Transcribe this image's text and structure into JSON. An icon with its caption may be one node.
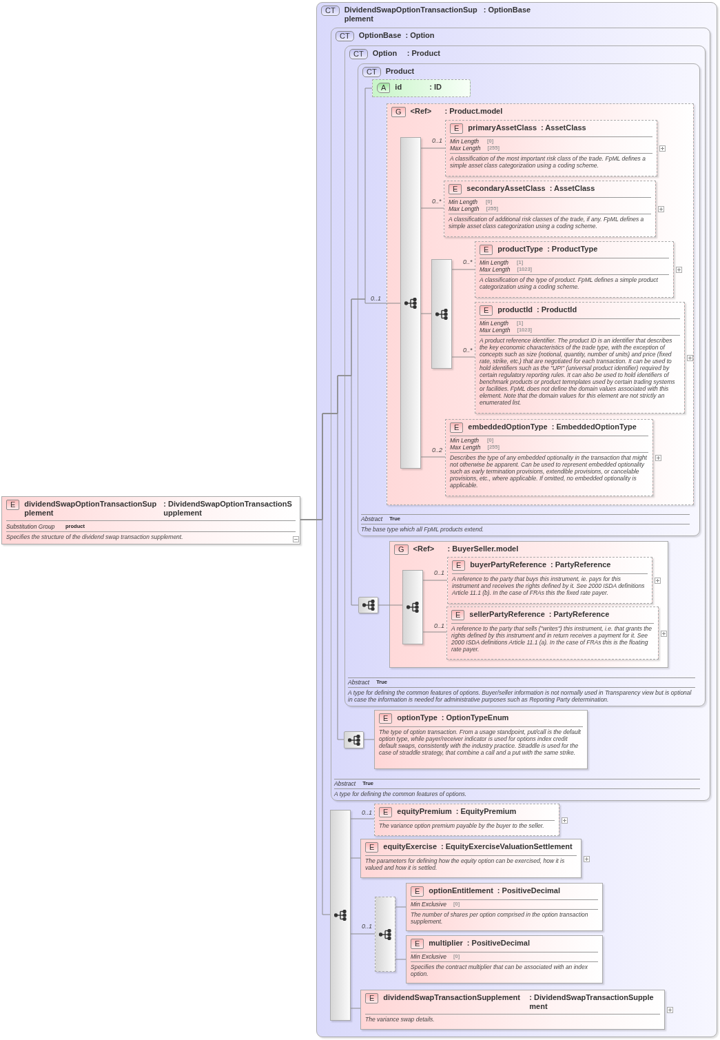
{
  "diagram": {
    "nodes": [
      {
        "text": [
          "E",
          "dividendSwapOptionTransactionSupplement",
          ": DividendSwapOptionTransactionSupplement",
          "Substitution Group",
          "product",
          "Specifies the structure of the dividend swap transaction supplement."
        ]
      },
      {
        "text": [
          "CT",
          "DividendSwapOptionTransactionSupplement",
          ": OptionBase"
        ]
      },
      {
        "text": [
          "CT",
          "OptionBase",
          ": Option",
          "Abstract",
          "True",
          "A type for defining the common features of options."
        ],
        "in": 1
      },
      {
        "text": [
          "CT",
          "Option",
          ": Product",
          "Abstract",
          "True",
          "A type for defining the common features of options. Buyer/seller information is not normally used in Transparency view but is optional in case the information is needed for administrative purposes such as Reporting Party determination."
        ],
        "in": 2
      },
      {
        "text": [
          "CT",
          "Product",
          "Abstract",
          "True",
          "The base type which all FpML products extend."
        ],
        "in": 3
      },
      {
        "text": [
          "A",
          "id",
          ": ID"
        ],
        "in": 4
      },
      {
        "text": [
          "G",
          "<Ref>",
          ": Product.model"
        ],
        "in": 4
      },
      {
        "text": [],
        "shape": "bar",
        "in": 6
      },
      {
        "text": [
          "E",
          "primaryAssetClass",
          ": AssetClass",
          "Min Length",
          "[0]",
          "Max Length",
          "[255]",
          "A classification of the most important risk class of the trade. FpML defines a simple asset class categorization using a coding scheme."
        ],
        "in": 6
      },
      {
        "text": [
          "E",
          "secondaryAssetClass",
          ": AssetClass",
          "Min Length",
          "[0]",
          "Max Length",
          "[255]",
          "A classification of additional risk classes of the trade, if any. FpML defines a simple asset class categorization using a coding scheme."
        ],
        "in": 6
      },
      {
        "text": [],
        "shape": "bar",
        "in": 6
      },
      {
        "text": [
          "E",
          "productType",
          ": ProductType",
          "Min Length",
          "[1]",
          "Max Length",
          "[1023]",
          "A classification of the type of product. FpML defines a simple product categorization using a coding scheme."
        ],
        "in": 6
      },
      {
        "text": [
          "E",
          "productId",
          ": ProductId",
          "Min Length",
          "[1]",
          "Max Length",
          "[1023]",
          "A product reference identifier. The product ID is an identifier that describes the key economic characteristics of the trade type, with the exception of concepts such as size (notional, quantity, number of units) and price (fixed rate, strike, etc.) that are negotiated for each transaction. It can be used to hold identifiers such as the \"UPI\" (universal product identifier) required by certain regulatory reporting rules. It can also be used to hold identifiers of benchmark products or product temnplates used by certain trading systems or facilities. FpML does not define the domain values associated with this element. Note that the domain values for this element are not strictly an enumerated list."
        ],
        "in": 6
      },
      {
        "text": [
          "E",
          "embeddedOptionType",
          ": EmbeddedOptionType",
          "Min Length",
          "[0]",
          "Max Length",
          "[255]",
          "Describes the type of any embedded optionality in the transaction that might not otherwise be apparent. Can be used to represent embedded optionality such as early termination provisions, extendible provisions, or cancelable provisions, etc., where applicable. If omitted, no embedded optionality is applicable."
        ],
        "in": 6
      },
      {
        "text": [],
        "shape": "box",
        "in": 3
      },
      {
        "text": [
          "G",
          "<Ref>",
          ": BuyerSeller.model"
        ],
        "in": 3
      },
      {
        "text": [],
        "shape": "bar",
        "in": 15
      },
      {
        "text": [
          "E",
          "buyerPartyReference",
          ": PartyReference",
          "A reference to the party that buys this instrument, ie. pays for this instrument and receives the rights defined by it. See 2000 ISDA definitions Article 11.1 (b). In the case of FRAs this the fixed rate payer."
        ],
        "in": 15
      },
      {
        "text": [
          "E",
          "sellerPartyReference",
          ": PartyReference",
          "A reference to the party that sells (\"writes\") this instrument, i.e. that grants the rights defined by this instrument and in return receives a payment for it. See 2000 ISDA definitions Article 11.1 (a). In the case of FRAs this is the floating rate payer."
        ],
        "in": 15
      },
      {
        "text": [],
        "shape": "box",
        "in": 2
      },
      {
        "text": [
          "E",
          "optionType",
          ": OptionTypeEnum",
          "The type of option transaction. From a usage standpoint, put/call is the default option type, while payer/receiver indicator is used for options index credit default swaps, consistently with the industry practice. Straddle is used for the case of straddle strategy, that combine a call and a put with the same strike."
        ],
        "in": 2
      },
      {
        "text": [],
        "shape": "bar",
        "in": 1
      },
      {
        "text": [
          "E",
          "equityPremium",
          ": EquityPremium",
          "The variance option premium payable by the buyer to the seller."
        ],
        "in": 1
      },
      {
        "text": [
          "E",
          "equityExercise",
          ": EquityExerciseValuationSettlement",
          "The parameters for defining how the equity option can be exercised, how it is valued and how it is settled."
        ],
        "in": 1
      },
      {
        "text": [],
        "shape": "bar",
        "in": 1
      },
      {
        "text": [
          "E",
          "optionEntitlement",
          ": PositiveDecimal",
          "Min Exclusive",
          "[0]",
          "The number of shares per option comprised in the option transaction supplement."
        ],
        "in": 1
      },
      {
        "text": [
          "E",
          "multiplier",
          ": PositiveDecimal",
          "Min Exclusive",
          "[0]",
          "Specifies the contract multiplier that can be associated with an index option."
        ],
        "in": 1
      },
      {
        "text": [
          "E",
          "dividendSwapTransactionSupplement",
          ": DividendSwapTransactionSupplement",
          "The variance swap details."
        ],
        "in": 1
      }
    ],
    "edges": [
      {
        "from": 0,
        "to": 5,
        "arrow": "none"
      },
      {
        "from": 0,
        "to": 7,
        "arrow": "none",
        "label": "0..1"
      },
      {
        "from": 0,
        "to": 14,
        "arrow": "none"
      },
      {
        "from": 0,
        "to": 19,
        "arrow": "none"
      },
      {
        "from": 0,
        "to": 21,
        "arrow": "none"
      },
      {
        "from": 7,
        "to": 8,
        "arrow": "none",
        "label": "0..1"
      },
      {
        "from": 7,
        "to": 9,
        "arrow": "none",
        "label": "0..*"
      },
      {
        "from": 7,
        "to": 10,
        "arrow": "none"
      },
      {
        "from": 7,
        "to": 13,
        "arrow": "none",
        "label": "0..2"
      },
      {
        "from": 10,
        "to": 11,
        "arrow": "none",
        "label": "0..*"
      },
      {
        "from": 10,
        "to": 12,
        "arrow": "none",
        "label": "0..*"
      },
      {
        "from": 14,
        "to": 16,
        "arrow": "none"
      },
      {
        "from": 16,
        "to": 17,
        "arrow": "none",
        "label": "0..1"
      },
      {
        "from": 16,
        "to": 18,
        "arrow": "none",
        "label": "0..1"
      },
      {
        "from": 19,
        "to": 20,
        "arrow": "none"
      },
      {
        "from": 21,
        "to": 22,
        "arrow": "none",
        "label": "0..1"
      },
      {
        "from": 21,
        "to": 23,
        "arrow": "none"
      },
      {
        "from": 21,
        "to": 24,
        "arrow": "none",
        "label": "0..1"
      },
      {
        "from": 24,
        "to": 25,
        "arrow": "none"
      },
      {
        "from": 24,
        "to": 26,
        "arrow": "none"
      },
      {
        "from": 21,
        "to": 27,
        "arrow": "none"
      }
    ]
  }
}
